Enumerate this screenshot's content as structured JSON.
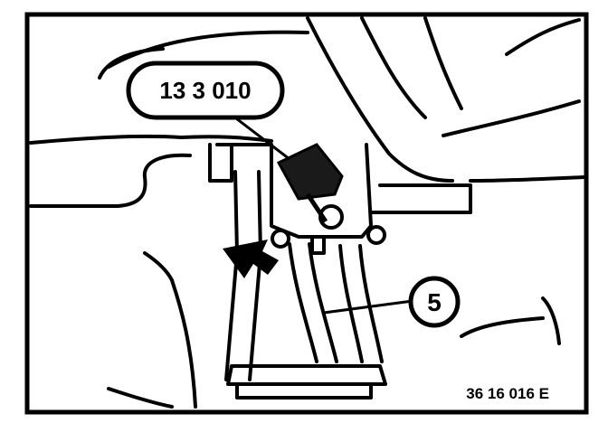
{
  "callouts": {
    "tool_number": "13 3 010",
    "part_number": "5"
  },
  "figure_code": "36 16 016 E",
  "icons": {
    "pointer_arrow": "black-arrow-icon"
  },
  "colors": {
    "line": "#000000",
    "background": "#ffffff",
    "tool_fill": "#1a1a1a"
  }
}
